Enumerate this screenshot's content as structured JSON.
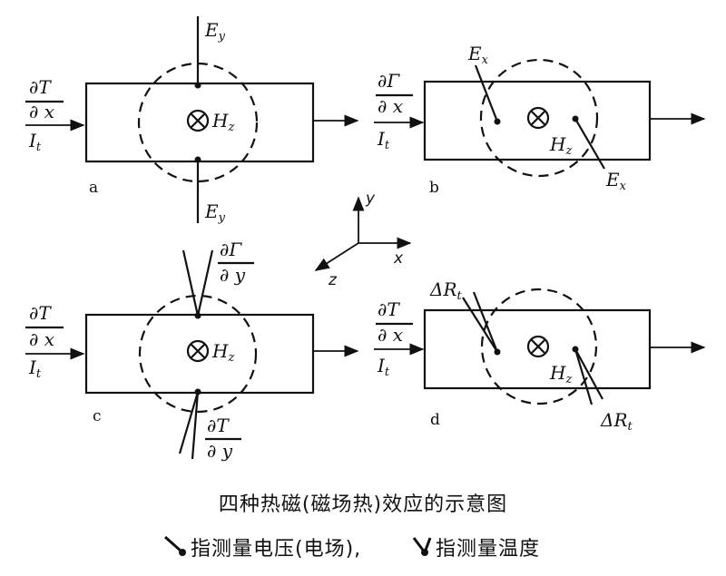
{
  "panels": {
    "a": {
      "letter": "a",
      "dtdx": {
        "num": "∂T",
        "den": "∂ x"
      },
      "current": {
        "main": "I",
        "sub": "t"
      },
      "field": {
        "main": "H",
        "sub": "z"
      },
      "top_label": {
        "main": "E",
        "sub": "y"
      },
      "bottom_label": {
        "main": "E",
        "sub": "y"
      }
    },
    "b": {
      "letter": "b",
      "dtdx": {
        "num": "∂Γ",
        "den": "∂ x"
      },
      "current": {
        "main": "I",
        "sub": "t"
      },
      "field": {
        "main": "H",
        "sub": "z"
      },
      "top_label": {
        "main": "E",
        "sub": "x"
      },
      "bottom_label": {
        "main": "E",
        "sub": "x"
      }
    },
    "c": {
      "letter": "c",
      "dtdx": {
        "num": "∂T",
        "den": "∂ x"
      },
      "current": {
        "main": "I",
        "sub": "t"
      },
      "field": {
        "main": "H",
        "sub": "z"
      },
      "top_label": {
        "num": "∂Γ",
        "den": "∂ y"
      },
      "bottom_label": {
        "num": "∂T",
        "den": "∂ y"
      }
    },
    "d": {
      "letter": "d",
      "dtdx": {
        "num": "∂T",
        "den": "∂ x"
      },
      "current": {
        "main": "I",
        "sub": "t"
      },
      "field": {
        "main": "H",
        "sub": "z"
      },
      "top_label": {
        "main": "ΔR",
        "sub": "t"
      },
      "bottom_label": {
        "main": "ΔR",
        "sub": "t"
      }
    }
  },
  "axes": {
    "x": "x",
    "y": "y",
    "z": "z"
  },
  "caption": {
    "title": "四种热磁(磁场热)效应的示意图",
    "legend_voltage": "指测量电压(电场),",
    "legend_temperature": "指测量温度"
  }
}
